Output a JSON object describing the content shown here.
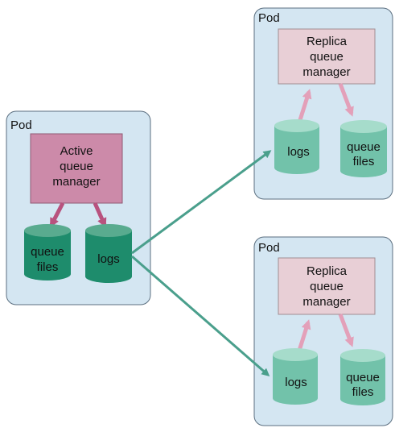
{
  "pods": {
    "active": {
      "title": "Pod",
      "qm_line1": "Active",
      "qm_line2": "queue",
      "qm_line3": "manager",
      "qfiles_line1": "queue",
      "qfiles_line2": "files",
      "logs": "logs"
    },
    "replica_top": {
      "title": "Pod",
      "qm_line1": "Replica",
      "qm_line2": "queue",
      "qm_line3": "manager",
      "logs": "logs",
      "qfiles_line1": "queue",
      "qfiles_line2": "files"
    },
    "replica_bottom": {
      "title": "Pod",
      "qm_line1": "Replica",
      "qm_line2": "queue",
      "qm_line3": "manager",
      "logs": "logs",
      "qfiles_line1": "queue",
      "qfiles_line2": "files"
    }
  },
  "colors": {
    "pod_fill": "#d4e6f2",
    "pod_stroke": "#5b6f80",
    "active_qm_fill": "#cc8aa9",
    "replica_qm_fill": "#e8cfd6",
    "active_cylinder_body": "#1e8c6c",
    "active_cylinder_top": "#59ab8f",
    "replica_cylinder_body": "#72c2aa",
    "replica_cylinder_top": "#a6dccb",
    "active_arrow": "#b8527e",
    "replica_arrow": "#e3a0b9",
    "replication_arrow": "#4a9f8c"
  }
}
